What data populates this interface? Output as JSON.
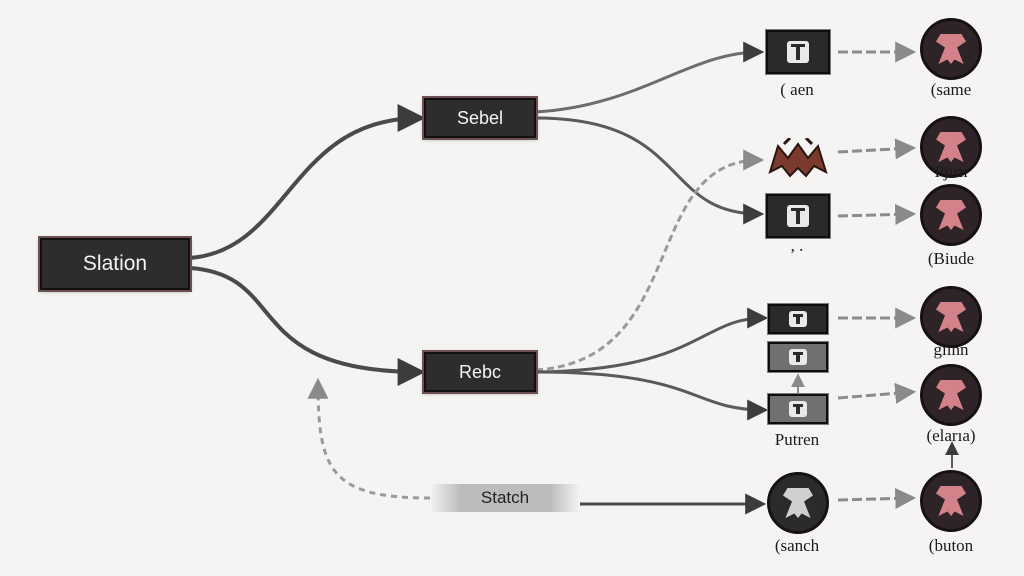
{
  "nodes": {
    "station": "Slation",
    "sebel": "Sebel",
    "rebc": "Rebc",
    "statch": "Statch"
  },
  "labels": {
    "left_1": "( aen",
    "left_3": ", .",
    "left_6": "Putren",
    "left_7": "(sanch",
    "right_1": "(same",
    "right_2": "Pjırn",
    "right_3": "(Biude",
    "right_4": "gıınn",
    "right_5": "(elarıa)",
    "right_6": "(buton"
  },
  "icons": {
    "left": [
      "building-icon",
      "bat-icon",
      "building-icon",
      "building-icon",
      "building-icon",
      "building-icon",
      "skull-icon"
    ],
    "right": [
      "crest-icon",
      "crest-icon",
      "crest-icon",
      "crest-icon",
      "crest-icon",
      "crest-icon"
    ]
  },
  "colors": {
    "background": "#f5f4f2",
    "node_fill": "#2d2d2d",
    "node_border_accent": "#6b5054",
    "crest_glyph": "#d4828a",
    "edge": "#4a4a4a"
  }
}
